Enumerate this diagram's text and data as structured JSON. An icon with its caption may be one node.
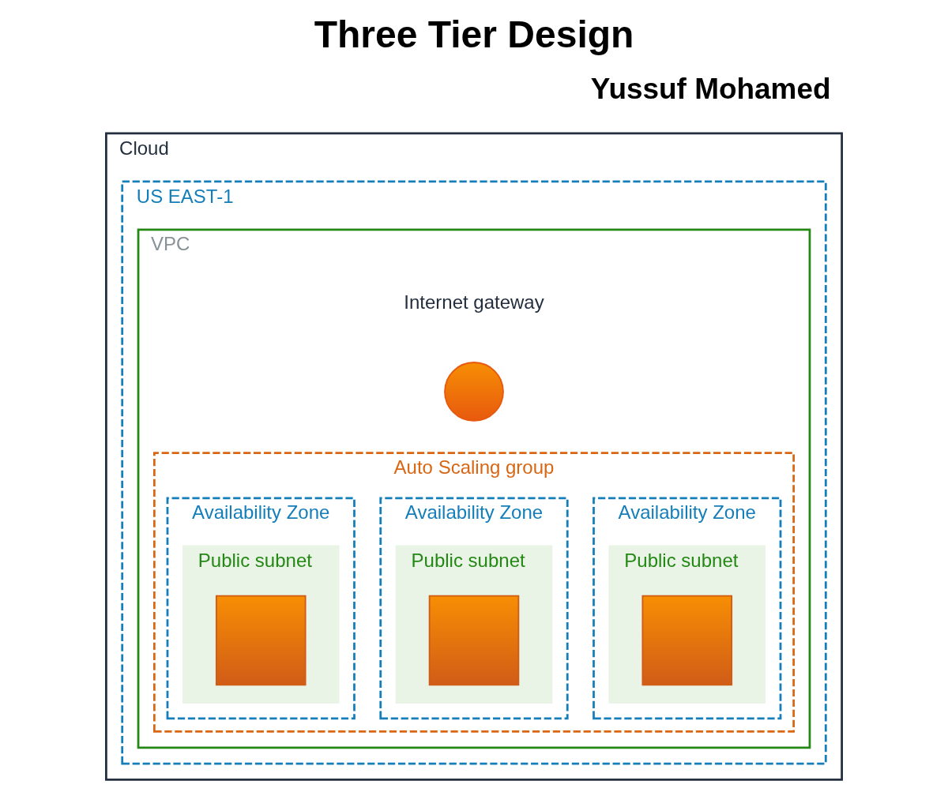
{
  "diagram": {
    "title": "Three Tier Design",
    "nodes": [
      {
        "text": [
          "Cloud"
        ]
      },
      {
        "text": [
          "US EAST-1"
        ],
        "in": 0
      },
      {
        "text": [
          "VPC"
        ],
        "in": 1
      },
      {
        "text": [
          "Internet gateway"
        ],
        "in": 2
      },
      {
        "text": [],
        "shape": "picture",
        "in": 2
      },
      {
        "text": [
          "Auto Scaling group"
        ],
        "in": 2
      },
      {
        "text": [
          "Availability Zone"
        ],
        "in": 5
      },
      {
        "text": [
          "Public subnet"
        ],
        "in": 6
      },
      {
        "text": [],
        "shape": "picture",
        "in": 7
      },
      {
        "text": [
          "Availability Zone"
        ],
        "in": 5
      },
      {
        "text": [
          "Public subnet"
        ],
        "in": 9
      },
      {
        "text": [],
        "shape": "picture",
        "in": 10
      },
      {
        "text": [
          "Availability Zone"
        ],
        "in": 5
      },
      {
        "text": [
          "Public subnet"
        ],
        "in": 12
      },
      {
        "text": [],
        "shape": "picture",
        "in": 13
      }
    ],
    "labels": [
      "Yussuf Mohamed"
    ]
  }
}
